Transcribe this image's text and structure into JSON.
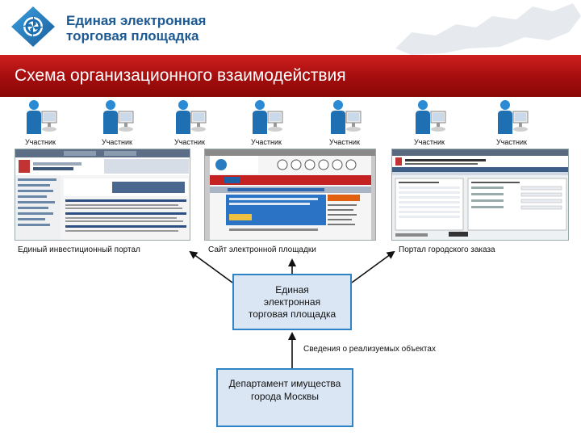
{
  "header": {
    "logo_line1": "Единая электронная",
    "logo_line2": "торговая площадка",
    "logo_icon": "etp-logo-icon",
    "map_icon": "russia-map-icon"
  },
  "title": "Схема организационного взаимодействия",
  "participant_label": "Участник",
  "participant_icon": "user-computer-icon",
  "participants": [
    {
      "label": "Участник"
    },
    {
      "label": "Участник"
    },
    {
      "label": "Участник"
    },
    {
      "label": "Участник"
    },
    {
      "label": "Участник"
    },
    {
      "label": "Участник"
    },
    {
      "label": "Участник"
    }
  ],
  "portals": {
    "left": "Единый инвестиционный портал",
    "center": "Сайт электронной площадки",
    "right": "Портал городского заказа"
  },
  "etp_box": {
    "line1": "Единая",
    "line2": "электронная",
    "line3": "торговая площадка"
  },
  "info_label": "Сведения о реализуемых  объектах",
  "department_box": {
    "line1": "Департамент имущества",
    "line2": "города Москвы"
  },
  "colors": {
    "title_bar": "#b01313",
    "brand_blue": "#1d5a93",
    "box_border": "#2f84c6",
    "box_fill": "#dbe6f4"
  }
}
